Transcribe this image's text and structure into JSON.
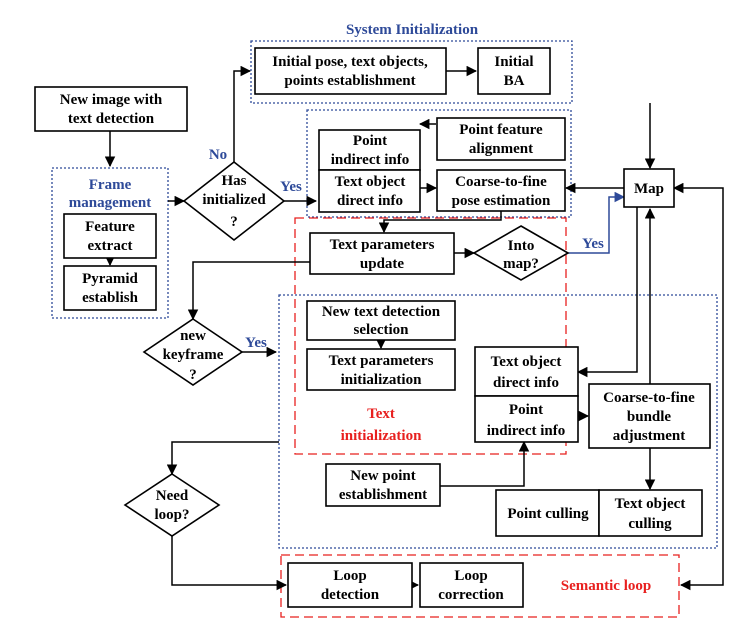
{
  "groups": {
    "system_init": "System Initialization",
    "frame_mgmt": [
      "Frame",
      "management"
    ],
    "text_init": [
      "Text",
      "initialization"
    ],
    "semantic_loop": "Semantic loop"
  },
  "nodes": {
    "new_image": [
      "New image with",
      "text detection"
    ],
    "feature_extract": [
      "Feature",
      "extract"
    ],
    "pyramid": [
      "Pyramid",
      "establish"
    ],
    "has_initialized": [
      "Has",
      "initialized",
      "?"
    ],
    "initial_pose": [
      "Initial pose, text objects,",
      "points establishment"
    ],
    "initial_ba": [
      "Initial",
      "BA"
    ],
    "point_feature_alignment": [
      "Point feature",
      "alignment"
    ],
    "point_indirect": [
      "Point",
      "indirect info"
    ],
    "text_object_direct": [
      "Text object",
      "direct info"
    ],
    "coarse_pose": [
      "Coarse-to-fine",
      "pose estimation"
    ],
    "text_params_update": [
      "Text parameters",
      "update"
    ],
    "into_map": [
      "Into",
      "map?"
    ],
    "map": "Map",
    "new_keyframe": [
      "new",
      "keyframe",
      "?"
    ],
    "new_text_detection": [
      "New text detection",
      "selection"
    ],
    "text_params_init": [
      "Text parameters",
      "initialization"
    ],
    "text_object_direct_2": [
      "Text object",
      "direct info"
    ],
    "point_indirect_2": [
      "Point",
      "indirect info"
    ],
    "coarse_ba": [
      "Coarse-to-fine",
      "bundle",
      "adjustment"
    ],
    "new_point": [
      "New point",
      "establishment"
    ],
    "point_culling": "Point culling",
    "text_object_culling": [
      "Text object",
      "culling"
    ],
    "need_loop": [
      "Need",
      "loop?"
    ],
    "loop_detection": [
      "Loop",
      "detection"
    ],
    "loop_correction": [
      "Loop",
      "correction"
    ]
  },
  "edge_labels": {
    "no": "No",
    "yes_1": "Yes",
    "yes_2": "Yes",
    "yes_3": "Yes"
  },
  "colors": {
    "blue": "#2e4a99",
    "red": "#e8201f"
  }
}
